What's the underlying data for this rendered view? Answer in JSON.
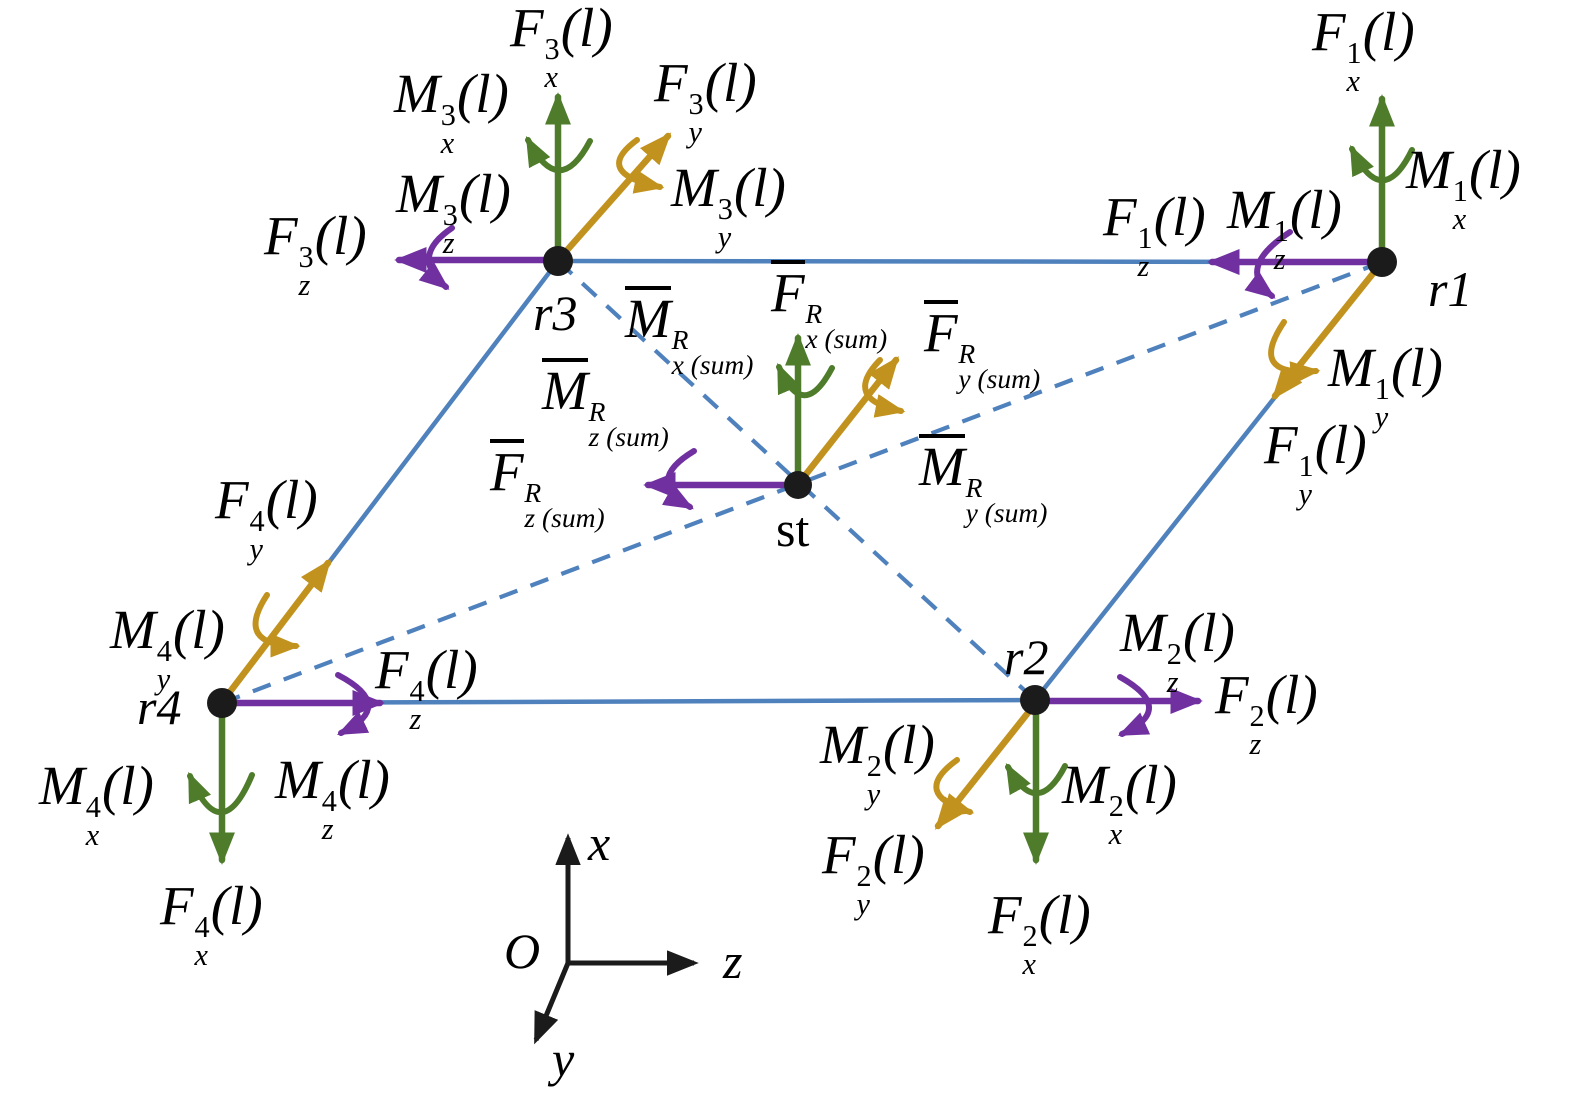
{
  "figure_title": "forces-and-moments-parallelogram-diagram",
  "colors": {
    "force_x": "#4e7c2b",
    "force_y": "#c2921e",
    "force_z": "#7030a0",
    "frame": "#4f81bd",
    "ink": "#1b1b1b"
  },
  "node_labels": {
    "r1": "r1",
    "r2": "r2",
    "r3": "r3",
    "r4": "r4",
    "st": "st"
  },
  "axis_labels": {
    "x": "x",
    "y": "y",
    "z": "z",
    "origin": "O"
  },
  "math_labels": {
    "F3x": {
      "main": "F",
      "sup": "3",
      "sub": "x",
      "tail": "(l)"
    },
    "M3x": {
      "main": "M",
      "sup": "3",
      "sub": "x",
      "tail": "(l)"
    },
    "F3y": {
      "main": "F",
      "sup": "3",
      "sub": "y",
      "tail": "(l)"
    },
    "M3y": {
      "main": "M",
      "sup": "3",
      "sub": "y",
      "tail": "(l)"
    },
    "M3z": {
      "main": "M",
      "sup": "3",
      "sub": "z",
      "tail": "(l)"
    },
    "F3z": {
      "main": "F",
      "sup": "3",
      "sub": "z",
      "tail": "(l)"
    },
    "F1x": {
      "main": "F",
      "sup": "1",
      "sub": "x",
      "tail": "(l)"
    },
    "M1x": {
      "main": "M",
      "sup": "1",
      "sub": "x",
      "tail": "(l)"
    },
    "F1z": {
      "main": "F",
      "sup": "1",
      "sub": "z",
      "tail": "(l)"
    },
    "M1z": {
      "main": "M",
      "sup": "1",
      "sub": "z",
      "tail": "(l)"
    },
    "M1y": {
      "main": "M",
      "sup": "1",
      "sub": "y",
      "tail": "(l)"
    },
    "F1y": {
      "main": "F",
      "sup": "1",
      "sub": "y",
      "tail": "(l)"
    },
    "F2x": {
      "main": "F",
      "sup": "2",
      "sub": "x",
      "tail": "(l)"
    },
    "M2x": {
      "main": "M",
      "sup": "2",
      "sub": "x",
      "tail": "(l)"
    },
    "F2y": {
      "main": "F",
      "sup": "2",
      "sub": "y",
      "tail": "(l)"
    },
    "M2y": {
      "main": "M",
      "sup": "2",
      "sub": "y",
      "tail": "(l)"
    },
    "F2z": {
      "main": "F",
      "sup": "2",
      "sub": "z",
      "tail": "(l)"
    },
    "M2z": {
      "main": "M",
      "sup": "2",
      "sub": "z",
      "tail": "(l)"
    },
    "F4x": {
      "main": "F",
      "sup": "4",
      "sub": "x",
      "tail": "(l)"
    },
    "M4x": {
      "main": "M",
      "sup": "4",
      "sub": "x",
      "tail": "(l)"
    },
    "F4y": {
      "main": "F",
      "sup": "4",
      "sub": "y",
      "tail": "(l)"
    },
    "M4y": {
      "main": "M",
      "sup": "4",
      "sub": "y",
      "tail": "(l)"
    },
    "F4z": {
      "main": "F",
      "sup": "4",
      "sub": "z",
      "tail": "(l)"
    },
    "M4z": {
      "main": "M",
      "sup": "4",
      "sub": "z",
      "tail": "(l)"
    },
    "FRx": {
      "main": "F",
      "bar": true,
      "sup": "R",
      "sub": "x (sum)",
      "tail": ""
    },
    "MRx": {
      "main": "M",
      "bar": true,
      "sup": "R",
      "sub": "x (sum)",
      "tail": ""
    },
    "FRy": {
      "main": "F",
      "bar": true,
      "sup": "R",
      "sub": "y (sum)",
      "tail": ""
    },
    "MRy": {
      "main": "M",
      "bar": true,
      "sup": "R",
      "sub": "y (sum)",
      "tail": ""
    },
    "FRz": {
      "main": "F",
      "bar": true,
      "sup": "R",
      "sub": "z (sum)",
      "tail": ""
    },
    "MRz": {
      "main": "M",
      "bar": true,
      "sup": "R",
      "sub": "z (sum)",
      "tail": ""
    }
  }
}
